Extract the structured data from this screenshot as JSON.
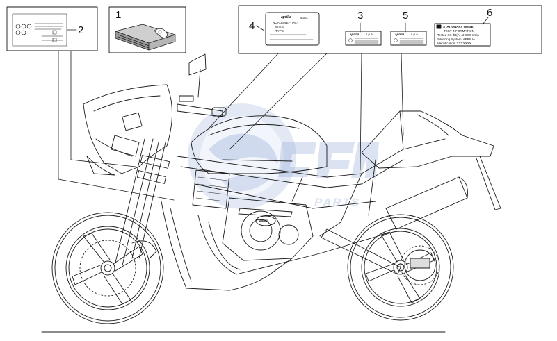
{
  "callouts": [
    "1",
    "2",
    "3",
    "4",
    "5",
    "6"
  ],
  "plate_label": {
    "brand": "aprilia",
    "company": "s.p.a.",
    "address": "NOALE(VE)-ITALY",
    "model": "MTTE",
    "type": "TYPE/"
  },
  "small_plate_3": {
    "brand": "aprilia",
    "company": "s.p.a."
  },
  "small_plate_5": {
    "brand": "aprilia",
    "company": "s.p.a."
  },
  "noise_label": {
    "line1": "STATIONARY NOISE",
    "line2": "TEST INFORMATION",
    "line3": "Tested XX dB(A) at XXX r/min",
    "line4": "Silencing System: APRILIA",
    "line5": "Identification: XXXXXXX"
  },
  "engine_brand": "aprilia",
  "watermark": {
    "text": "PARTS"
  },
  "colors": {
    "line": "#1a1a1a",
    "watermark": "#7d9bd0"
  }
}
